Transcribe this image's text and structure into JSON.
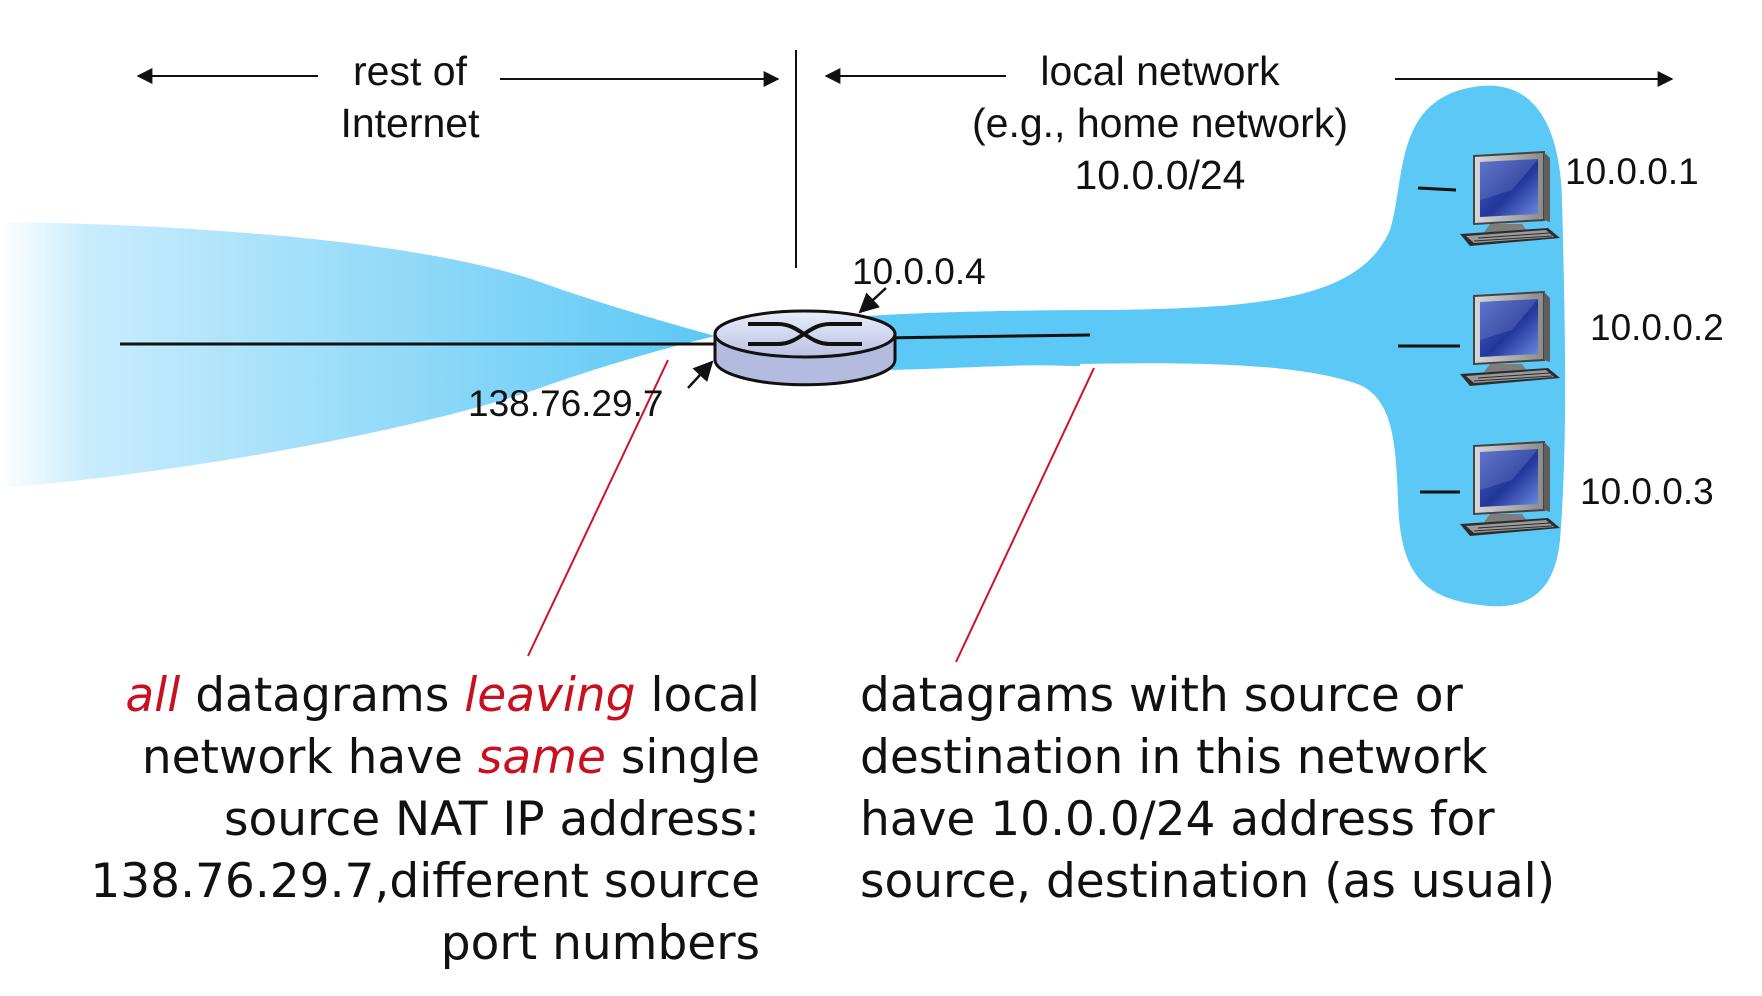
{
  "labels": {
    "rest_of_internet": [
      "rest of",
      "Internet"
    ],
    "local_network": [
      "local network",
      "(e.g., home network)",
      "10.0.0/24"
    ]
  },
  "router": {
    "public_ip": "138.76.29.7",
    "private_ip": "10.0.0.4"
  },
  "hosts": [
    {
      "ip": "10.0.0.1"
    },
    {
      "ip": "10.0.0.2"
    },
    {
      "ip": "10.0.0.3"
    }
  ],
  "notes": {
    "left": {
      "w_all": "all",
      "t_datagrams": " datagrams ",
      "w_leaving": "leaving",
      "t_local": " local",
      "t_network_have": "network have ",
      "w_same": "same",
      "t_single": " single",
      "line3": "source NAT IP address:",
      "line4": "138.76.29.7,different source",
      "line5": "port numbers"
    },
    "right": [
      "datagrams with source or",
      "destination in this network",
      "have 10.0.0/24 address for",
      "source, destination (as usual)"
    ]
  },
  "colors": {
    "network_blue": "#5bc8f5",
    "annotation_red": "#d0112b"
  }
}
